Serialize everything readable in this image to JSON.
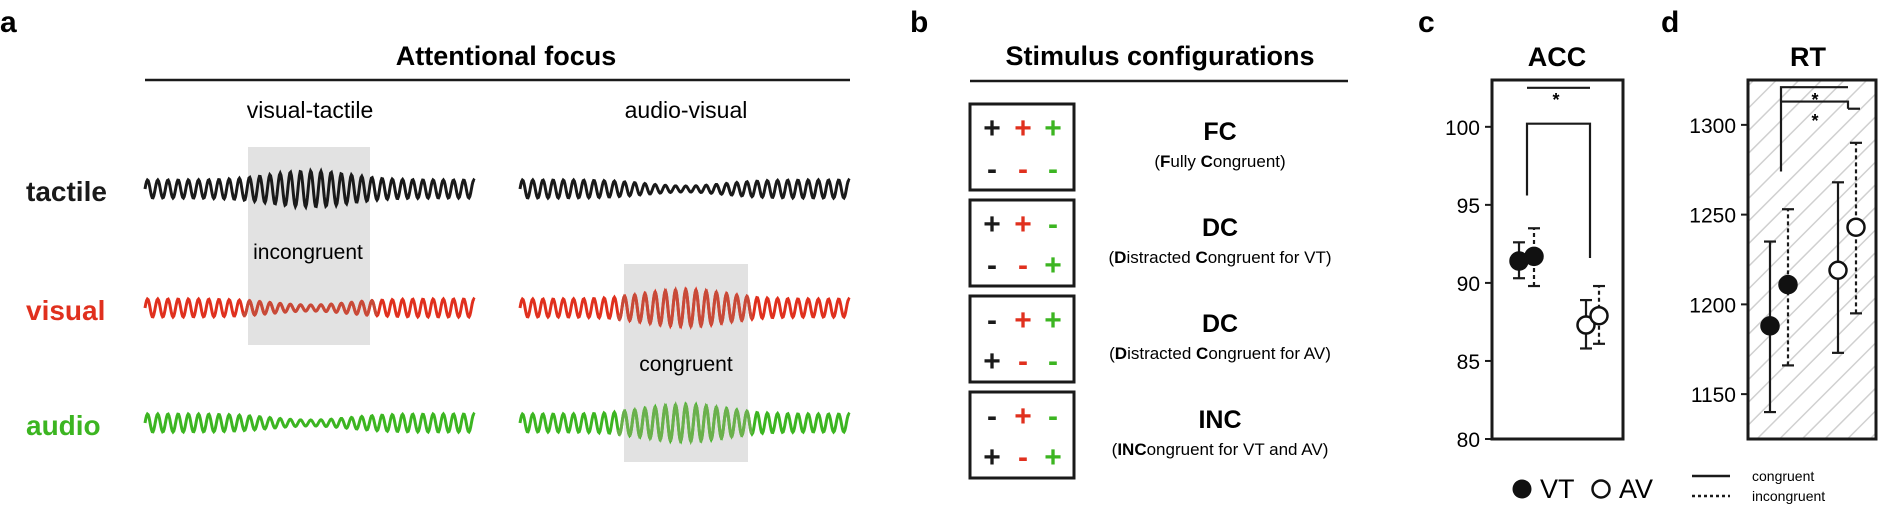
{
  "colors": {
    "tactile": "#1a1a1a",
    "visual": "#e0301e",
    "audio": "#3cb521",
    "visual_highlight": "#c84a38",
    "audio_highlight": "#6ab04c",
    "gray_box": "#e2e2e2",
    "rt_hatch": "#d0d0d0"
  },
  "panel_a": {
    "letter": "a",
    "title": "Attentional focus",
    "col1": "visual-tactile",
    "col2": "audio-visual",
    "rows": [
      "tactile",
      "visual",
      "audio"
    ],
    "label_incongruent": "incongruent",
    "label_congruent": "congruent"
  },
  "panel_b": {
    "letter": "b",
    "title": "Stimulus configurations",
    "configs": [
      {
        "name": "FC",
        "desc": [
          {
            "t": "(",
            "b": false
          },
          {
            "t": "F",
            "b": true
          },
          {
            "t": "ully ",
            "b": false
          },
          {
            "t": "C",
            "b": true
          },
          {
            "t": "ongruent)",
            "b": false
          }
        ],
        "grid": [
          [
            "+",
            "+",
            "+"
          ],
          [
            "-",
            "-",
            "-"
          ]
        ]
      },
      {
        "name": "DC",
        "desc": [
          {
            "t": "(",
            "b": false
          },
          {
            "t": "D",
            "b": true
          },
          {
            "t": "istracted ",
            "b": false
          },
          {
            "t": "C",
            "b": true
          },
          {
            "t": "ongruent for VT)",
            "b": false
          }
        ],
        "grid": [
          [
            "+",
            "+",
            "-"
          ],
          [
            "-",
            "-",
            "+"
          ]
        ]
      },
      {
        "name": "DC",
        "desc": [
          {
            "t": "(",
            "b": false
          },
          {
            "t": "D",
            "b": true
          },
          {
            "t": "istracted ",
            "b": false
          },
          {
            "t": "C",
            "b": true
          },
          {
            "t": "ongruent for AV)",
            "b": false
          }
        ],
        "grid": [
          [
            "-",
            "+",
            "+"
          ],
          [
            "+",
            "-",
            "-"
          ]
        ]
      },
      {
        "name": "INC",
        "desc": [
          {
            "t": "(",
            "b": false
          },
          {
            "t": "INC",
            "b": true
          },
          {
            "t": "ongruent for VT and AV)",
            "b": false
          }
        ],
        "grid": [
          [
            "-",
            "+",
            "-"
          ],
          [
            "+",
            "-",
            "+"
          ]
        ]
      }
    ]
  },
  "panel_c": {
    "letter": "c",
    "title": "ACC",
    "significance": "*",
    "legend": [
      "VT",
      "AV"
    ]
  },
  "panel_d": {
    "letter": "d",
    "title": "RT",
    "significance": [
      "*",
      "*"
    ],
    "legend": [
      "congruent",
      "incongruent"
    ]
  },
  "chart_data": [
    {
      "type": "scatter",
      "title": "ACC",
      "ylim": [
        80,
        103
      ],
      "yticks": [
        80,
        85,
        90,
        95,
        100
      ],
      "series": [
        {
          "name": "VT",
          "points": [
            {
              "condition": "congruent",
              "mean": 91.4,
              "err": [
                90.3,
                92.6
              ]
            },
            {
              "condition": "incongruent",
              "mean": 91.7,
              "err": [
                89.8,
                93.5
              ]
            }
          ]
        },
        {
          "name": "AV",
          "points": [
            {
              "condition": "congruent",
              "mean": 87.3,
              "err": [
                85.8,
                88.9
              ]
            },
            {
              "condition": "incongruent",
              "mean": 87.9,
              "err": [
                86.1,
                89.8
              ]
            }
          ]
        }
      ]
    },
    {
      "type": "scatter",
      "title": "RT",
      "ylim": [
        1125,
        1325
      ],
      "yticks": [
        1150,
        1200,
        1250,
        1300
      ],
      "series": [
        {
          "name": "VT",
          "points": [
            {
              "condition": "congruent",
              "mean": 1188,
              "err": [
                1140,
                1235
              ]
            },
            {
              "condition": "incongruent",
              "mean": 1211,
              "err": [
                1166,
                1253
              ]
            }
          ]
        },
        {
          "name": "AV",
          "points": [
            {
              "condition": "congruent",
              "mean": 1219,
              "err": [
                1173,
                1268
              ]
            },
            {
              "condition": "incongruent",
              "mean": 1243,
              "err": [
                1195,
                1290
              ]
            }
          ]
        }
      ]
    }
  ]
}
